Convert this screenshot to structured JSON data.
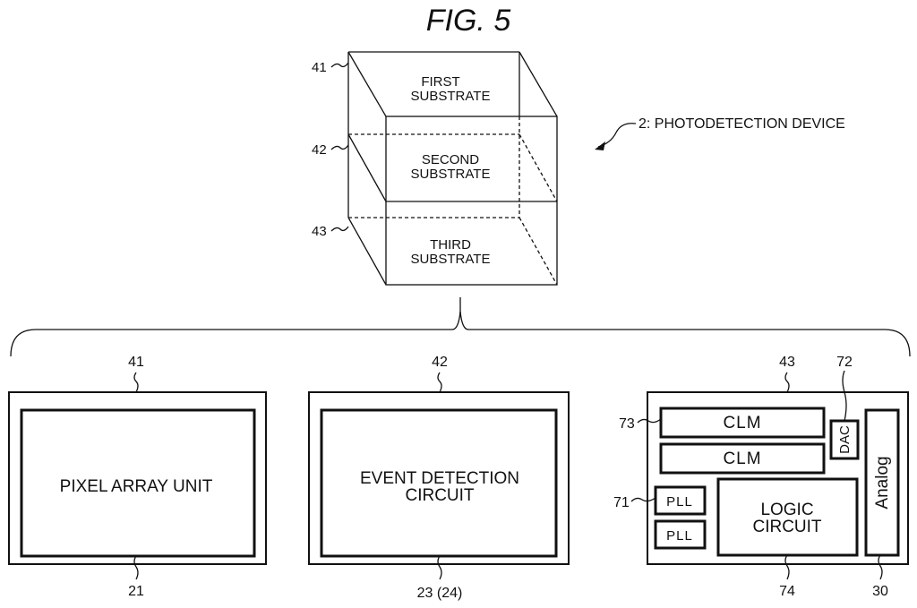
{
  "figure_title": "FIG. 5",
  "device_label": "2: PHOTODETECTION DEVICE",
  "cube": {
    "layers": [
      {
        "ref": "41",
        "line1": "FIRST",
        "line2": "SUBSTRATE"
      },
      {
        "ref": "42",
        "line1": "SECOND",
        "line2": "SUBSTRATE"
      },
      {
        "ref": "43",
        "line1": "THIRD",
        "line2": "SUBSTRATE"
      }
    ]
  },
  "panels": [
    {
      "top_ref": "41",
      "bottom_ref": "21",
      "line1": "PIXEL ARRAY UNIT",
      "line2": ""
    },
    {
      "top_ref": "42",
      "bottom_ref": "23 (24)",
      "line1": "EVENT DETECTION",
      "line2": "CIRCUIT"
    },
    {
      "top_ref": "43",
      "bottom_ref": "74",
      "clm": [
        "CLM",
        "CLM"
      ],
      "dac": "DAC",
      "pll": [
        "PLL",
        "PLL"
      ],
      "logic_line1": "LOGIC",
      "logic_line2": "CIRCUIT",
      "analog": "Analog",
      "ref_73": "73",
      "ref_72": "72",
      "ref_71": "71",
      "ref_30": "30"
    }
  ]
}
